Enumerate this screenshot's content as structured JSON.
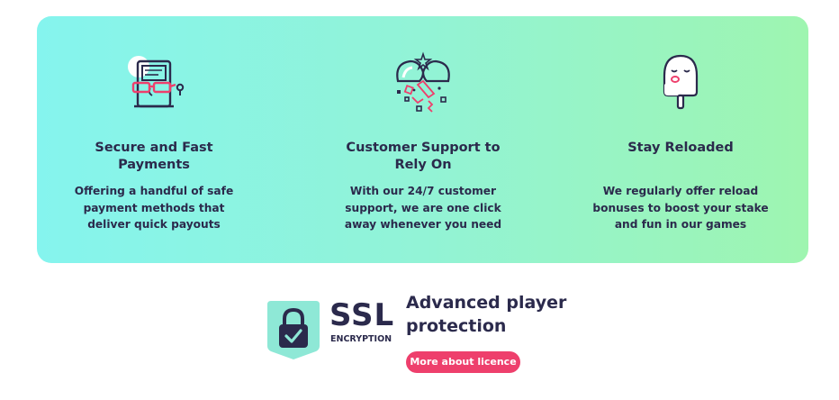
{
  "features": [
    {
      "icon": "payment-terminal-glasses-icon",
      "title_line1": "Secure and Fast",
      "title_line2": "Payments",
      "desc_line1": "Offering a handful of safe",
      "desc_line2": "payment methods that",
      "desc_line3": "deliver quick payouts"
    },
    {
      "icon": "broken-heart-support-icon",
      "title_line1": "Customer Support to",
      "title_line2": "Rely On",
      "desc_line1": "With our 24/7 customer",
      "desc_line2": "support, we are one click",
      "desc_line3": "away whenever you need"
    },
    {
      "icon": "ghost-popsicle-icon",
      "title_line1": "Stay Reloaded",
      "title_line2": "",
      "desc_line1": "We regularly offer reload",
      "desc_line2": "bonuses to boost your stake",
      "desc_line3": "and fun in our games"
    }
  ],
  "protection": {
    "badge_icon": "lock-shield-icon",
    "ssl_label": "SSL",
    "encryption_label": "ENCRYPTION",
    "title_line1": "Advanced player",
    "title_line2": "protection",
    "button_label": "More about licence"
  },
  "colors": {
    "text": "#2b2a4c",
    "accent": "#ee3f6c",
    "gradient_start": "#85f4ee",
    "gradient_end": "#9ef5b0",
    "badge": "#8ee8d6"
  }
}
